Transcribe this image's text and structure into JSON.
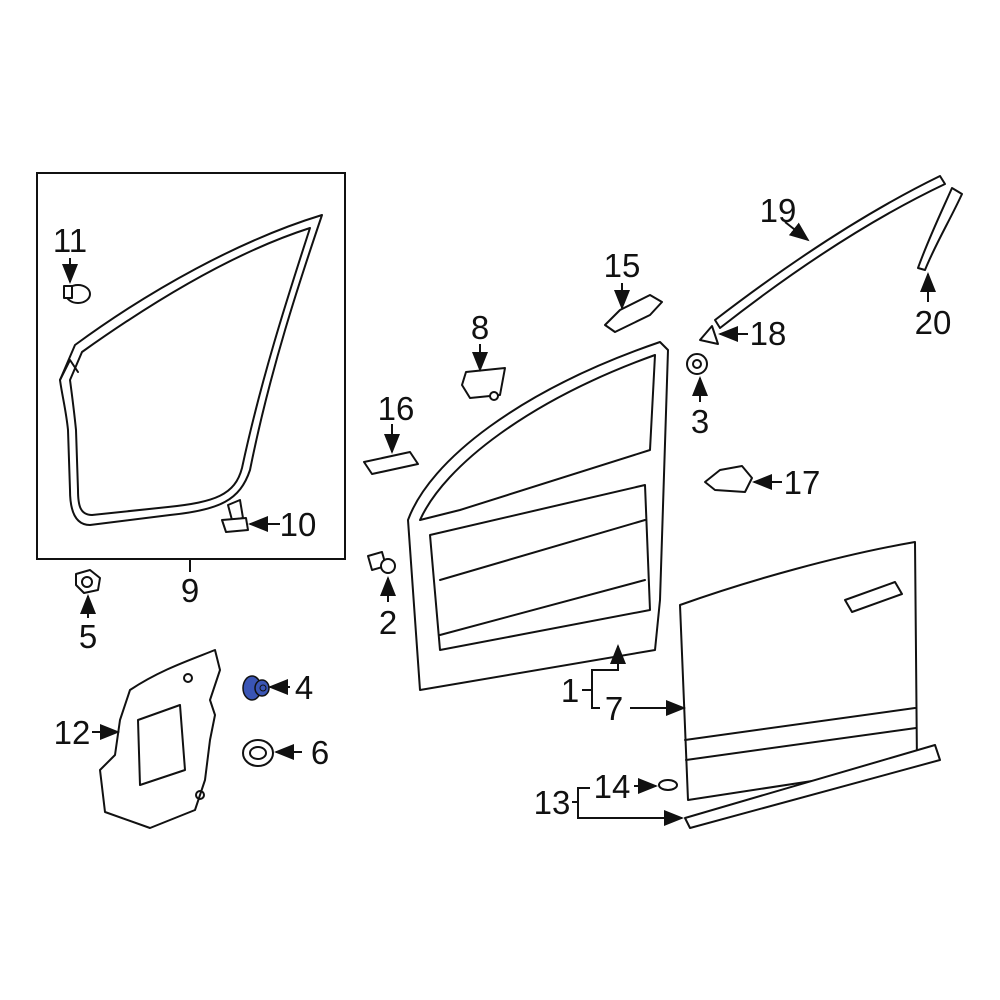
{
  "diagram": {
    "highlight_color": "#3a55b5",
    "callouts": {
      "p1": "1",
      "p2": "2",
      "p3": "3",
      "p4": "4",
      "p5": "5",
      "p6": "6",
      "p7": "7",
      "p8": "8",
      "p9": "9",
      "p10": "10",
      "p11": "11",
      "p12": "12",
      "p13": "13",
      "p14": "14",
      "p15": "15",
      "p16": "16",
      "p17": "17",
      "p18": "18",
      "p19": "19",
      "p20": "20"
    },
    "highlighted_part": "4"
  }
}
